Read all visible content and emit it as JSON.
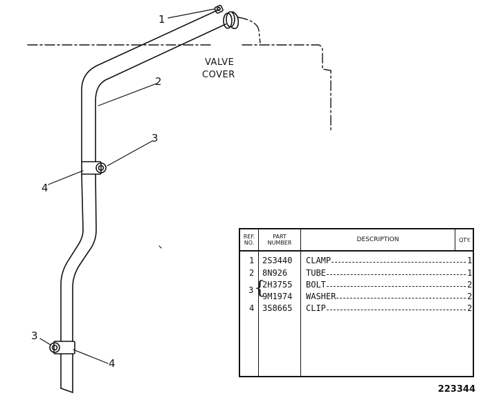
{
  "diagram": {
    "callouts": [
      "1",
      "2",
      "3",
      "4",
      "3",
      "4"
    ],
    "valve_cover_label": [
      "VALVE",
      "COVER"
    ],
    "drawing_number": "223344"
  },
  "table": {
    "headers": {
      "ref_no": [
        "REF.",
        "NO."
      ],
      "part_number": [
        "PART",
        "NUMBER"
      ],
      "description": "DESCRIPTION",
      "qty": "QTY."
    },
    "rows": [
      {
        "ref": "1",
        "part": "2S3440",
        "description": "CLAMP",
        "qty": "1"
      },
      {
        "ref": "2",
        "part": "8N926",
        "description": "TUBE",
        "qty": "1"
      },
      {
        "ref": "",
        "part": "2H3755",
        "description": "BOLT",
        "qty": "2"
      },
      {
        "ref": "",
        "part": "9M1974",
        "description": "WASHER",
        "qty": "2"
      },
      {
        "ref": "4",
        "part": "3S8665",
        "description": "CLIP",
        "qty": "2"
      }
    ],
    "grouped_ref": "3"
  }
}
